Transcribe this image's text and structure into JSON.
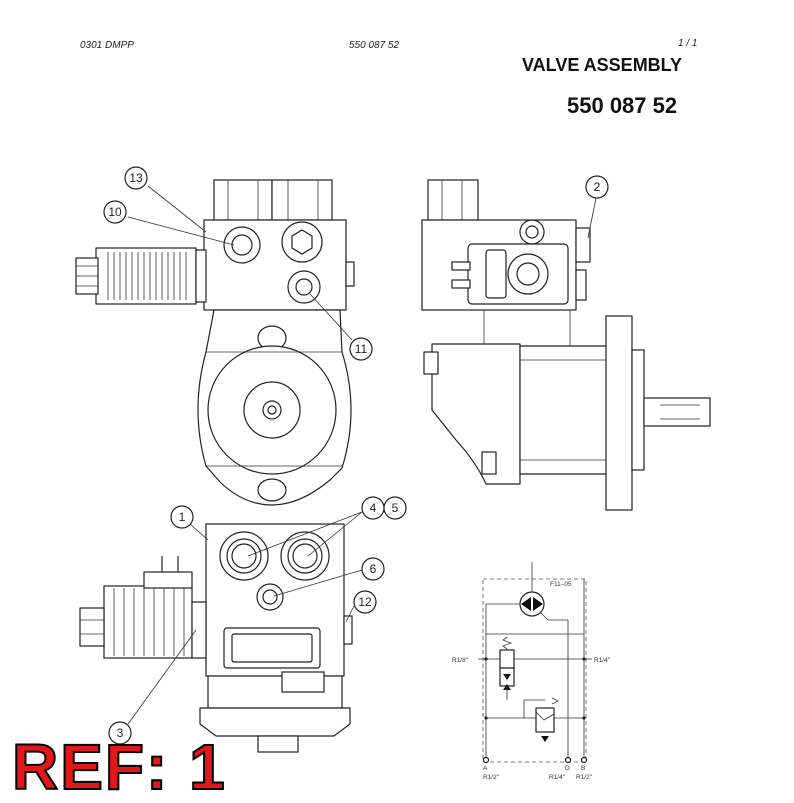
{
  "header": {
    "doc_code": "0301 DMPP",
    "part_number": "550 087 52",
    "page": "1 /  1"
  },
  "title": {
    "name": "VALVE ASSEMBLY",
    "number": "550 087 52"
  },
  "callouts": {
    "c1": "1",
    "c2": "2",
    "c3": "3",
    "c4": "4",
    "c5": "5",
    "c6": "6",
    "c10": "10",
    "c11": "11",
    "c12": "12",
    "c13": "13"
  },
  "schematic": {
    "pump_label": "F11–05",
    "port_left": "R1/8\"",
    "port_right": "R1/4\"",
    "port_a": "A",
    "port_d": "D",
    "port_b": "B",
    "size_a": "R1/2\"",
    "size_d": "R1/4\"",
    "size_b": "R1/2\""
  },
  "reference": "REF: 1"
}
